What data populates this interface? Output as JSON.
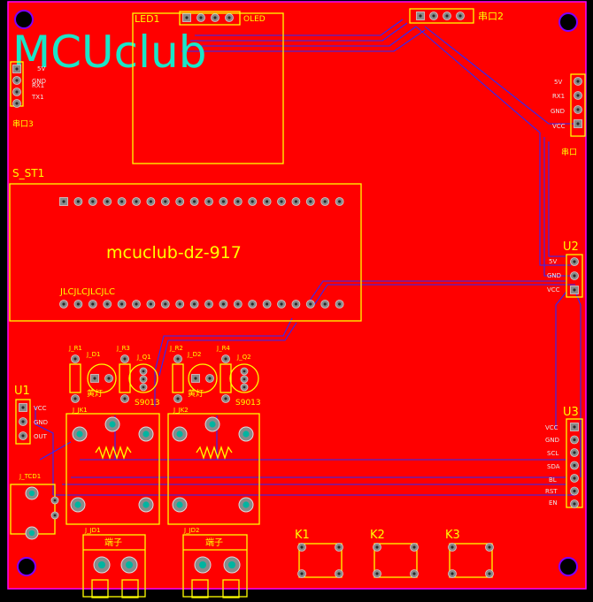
{
  "board": {
    "logo": "MCUclub",
    "colors": {
      "copper": "#ff0000",
      "silkscreen": "#ffff00",
      "logo": "#19e6c8",
      "traces": "#2a2aff",
      "pads": "#7f7f7f",
      "edge": "#ff00ff"
    }
  },
  "labels": {
    "led1": "LED1",
    "oled": "OLED",
    "uart": "串口2",
    "s_st1": "S_ST1",
    "module_name": "mcuclub-dz-917",
    "jlc": "JLCJLCJLCJLC",
    "u1": "U1",
    "u2": "U2",
    "u3": "U3",
    "jr1": "J_R1",
    "jd1": "J_D1",
    "jr3": "J_R3",
    "jq1": "J_Q1",
    "jr2": "J_R2",
    "jd2": "J_D2",
    "jr4": "J_R4",
    "jq2": "J_Q2",
    "jk1": "J_JK1",
    "jk2": "J_JK2",
    "huangdeng1": "黄灯",
    "huangdeng2": "黄灯",
    "s9013_1": "S9013",
    "s9013_2": "S9013",
    "jtcd1": "J_TCD1",
    "jjd1": "J_JD1",
    "jjd2": "J_JD2",
    "duanzi1": "端子",
    "duanzi2": "端子",
    "k1": "K1",
    "k2": "K2",
    "k3": "K3",
    "left_hdr": "串口3",
    "right_hdr": "串口"
  },
  "pins": {
    "left": [
      "5V",
      "GND",
      "RX1",
      "TX1"
    ],
    "right": [
      "5V",
      "RX1",
      "GND",
      "VCC"
    ],
    "u1": [
      "VCC",
      "GND",
      "OUT"
    ],
    "u2": [
      "5V",
      "GND",
      "VCC"
    ],
    "u3": [
      "VCC",
      "GND",
      "SCL",
      "SDA",
      "BL",
      "RST",
      "EN"
    ]
  }
}
